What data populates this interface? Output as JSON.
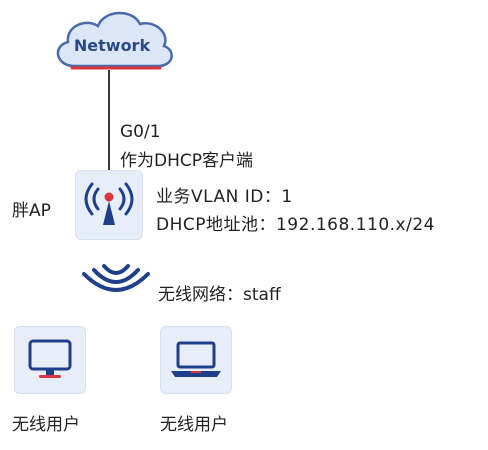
{
  "network": {
    "cloud_label": "Network"
  },
  "uplink": {
    "port": "G0/1",
    "role": "作为DHCP客户端"
  },
  "ap": {
    "label": "胖AP",
    "vlan": "业务VLAN ID：1",
    "dhcp_pool": "DHCP地址池：192.168.110.x/24"
  },
  "wireless": {
    "ssid": "无线网络：staff"
  },
  "clients": [
    {
      "label": "无线用户",
      "icon": "desktop-monitor-icon"
    },
    {
      "label": "无线用户",
      "icon": "laptop-icon"
    }
  ],
  "colors": {
    "accent_blue": "#1f3f8a",
    "accent_red": "#d9363e",
    "box_fill": "#e8eef8",
    "cloud_fill": "#dbe6f6"
  }
}
